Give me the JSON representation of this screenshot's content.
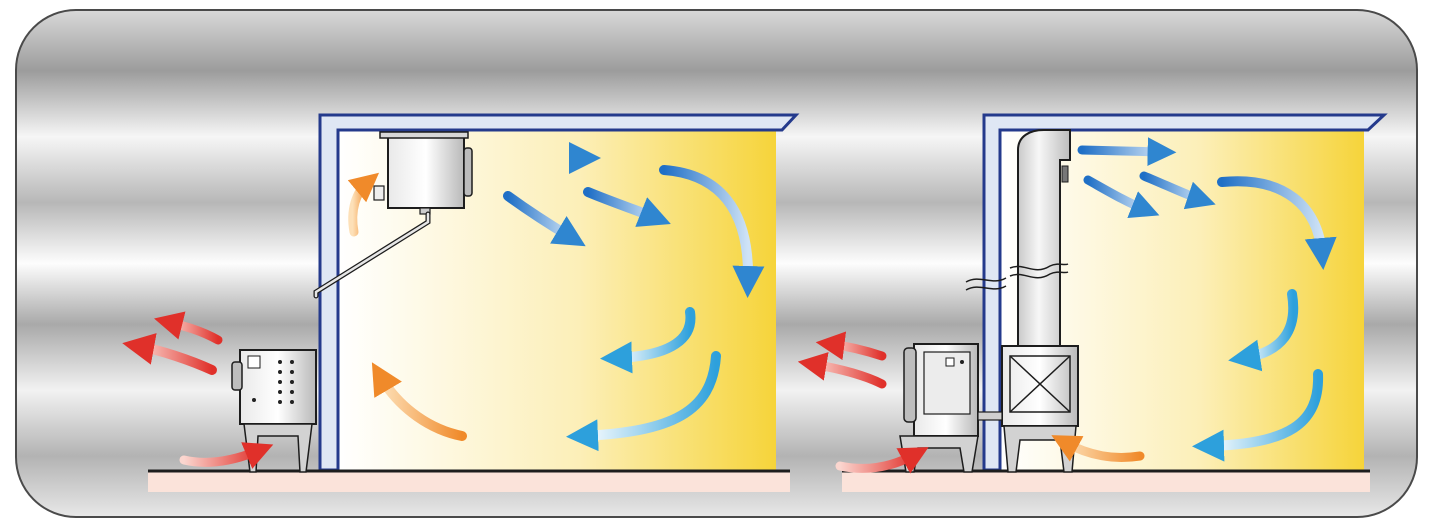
{
  "diagram": {
    "panels": [
      {
        "id": "left",
        "description_visible": false,
        "devices": [
          "wall-mounted-unit",
          "floor-unit"
        ]
      },
      {
        "id": "right",
        "description_visible": false,
        "devices": [
          "duct-column",
          "floor-unit"
        ]
      }
    ],
    "colors": {
      "frame_border": "#4a4a4a",
      "metal_light": "#f4f4f4",
      "metal_dark": "#9a9a9a",
      "room_warm": "#f8d84a",
      "room_light": "#fffdf6",
      "wall": "#dfe7f4",
      "wall_stroke": "#243a8c",
      "floor": "#fbe3da",
      "cool_air": "#2a7fd4",
      "warm_air": "#f39a3c",
      "hot_air": "#e03a2e"
    }
  }
}
